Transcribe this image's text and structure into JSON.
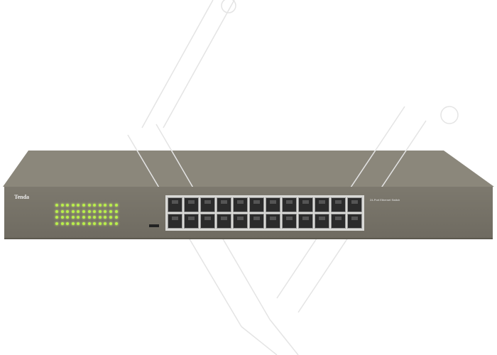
{
  "brand": "Tenda",
  "product": "24-Port Ethernet Switch",
  "colors": {
    "body_top": "#8a8579",
    "body_front": "#777368",
    "led": "#b9f04a"
  },
  "led_columns": 12,
  "led_rows": 4,
  "port_columns": 12,
  "port_rows": 2
}
